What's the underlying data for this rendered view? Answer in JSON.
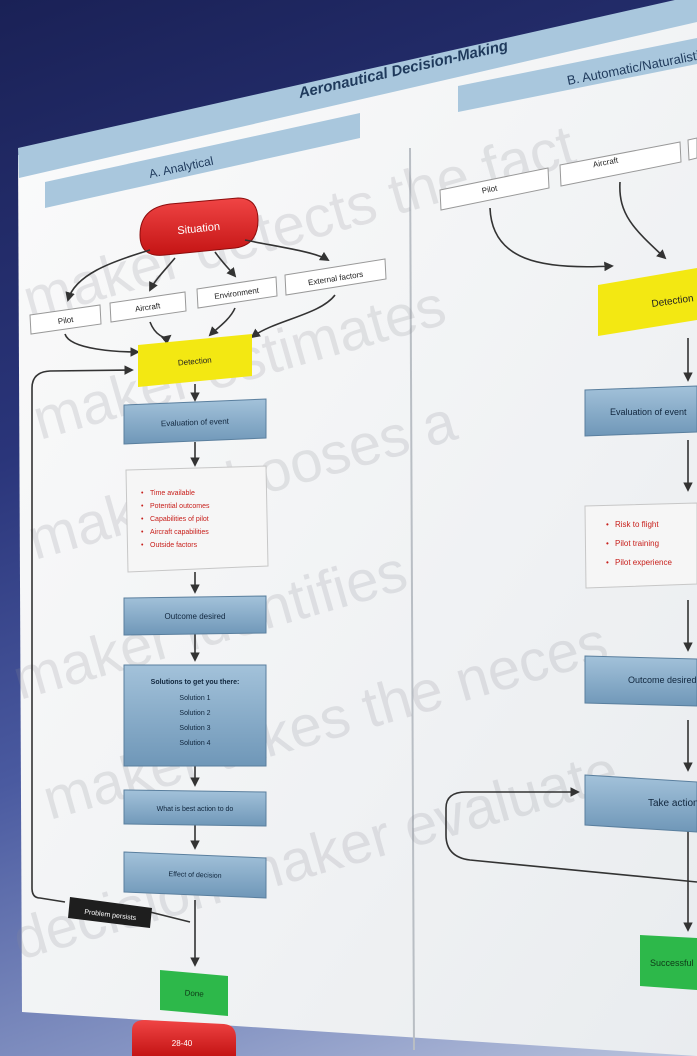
{
  "title": "Aeronautical Decision-Making",
  "panel_a": {
    "header": "A. Analytical",
    "situation": "Situation",
    "factors": [
      "Pilot",
      "Aircraft",
      "Environment",
      "External factors"
    ],
    "detection": "Detection",
    "estimation": "Evaluation of event",
    "considerations": [
      "Time available",
      "Potential outcomes",
      "Capabilities of pilot",
      "Aircraft capabilities",
      "Outside factors"
    ],
    "outcome": "Outcome desired",
    "solutions_title": "Solutions to get you there:",
    "solutions": [
      "Solution 1",
      "Solution 2",
      "Solution 3",
      "Solution 4"
    ],
    "best_action": "What is best action to do",
    "effect": "Effect of decision",
    "problem": "Problem persists",
    "done": "Done",
    "bottom_badge": "28-40"
  },
  "panel_b": {
    "header": "B. Automatic/Naturalistic",
    "inputs": [
      "Pilot",
      "Aircraft"
    ],
    "detection": "Detection",
    "evaluation": "Evaluation of event",
    "considerations": [
      "Risk to flight",
      "Pilot training",
      "Pilot experience"
    ],
    "outcome": "Outcome desired",
    "action": "Take action",
    "success": "Successful"
  },
  "background_text": [
    "maker detects the fact",
    "maker estimates",
    "maker chooses a",
    "maker identifies",
    "maker takes the neces",
    "decision maker evaluate"
  ],
  "colors": {
    "red": "#e01e1e",
    "yellow": "#f3e812",
    "blue": "#7fa6c6",
    "green": "#2db84a",
    "black": "#1e1e1e",
    "header": "#a9c7dd",
    "text_red": "#c8201c"
  }
}
